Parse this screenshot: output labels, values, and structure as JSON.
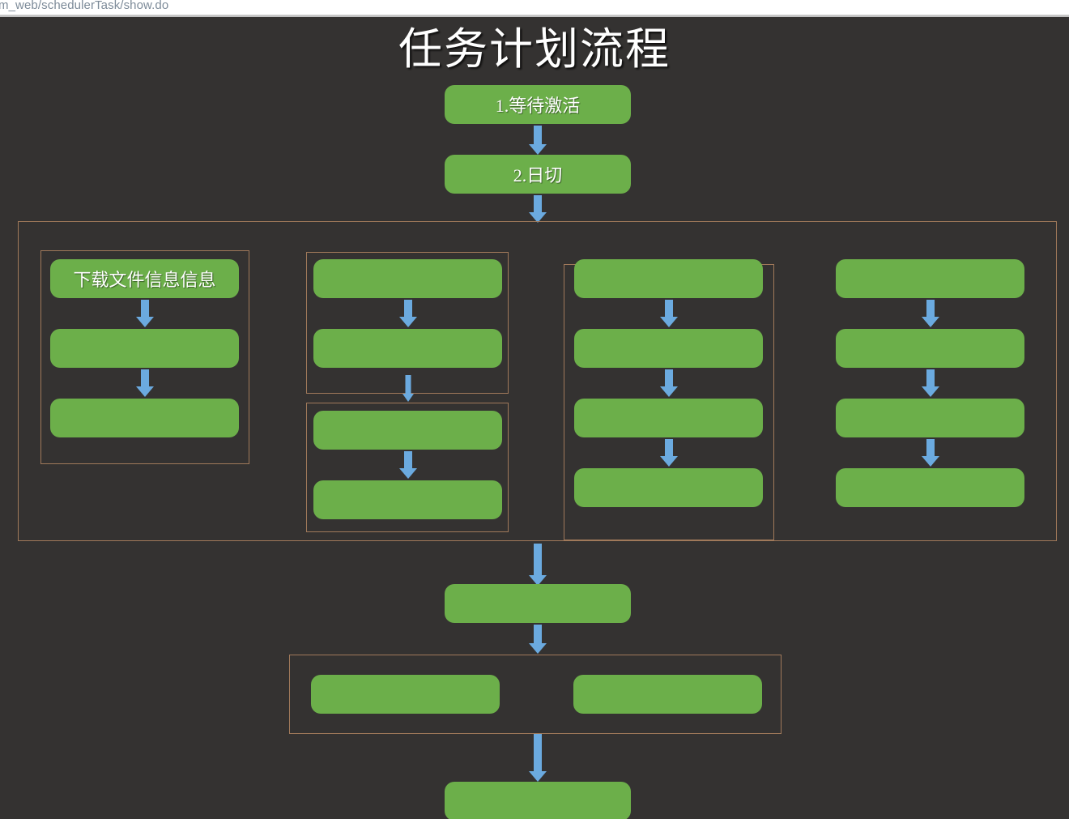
{
  "browser": {
    "url": "m_web/schedulerTask/show.do"
  },
  "page": {
    "title": "任务计划流程",
    "background_color": "#343231",
    "node_color": "#6CAF4A",
    "arrow_color": "#6BAADF",
    "group_border_color": "#a0795a",
    "title_color": "#ffffff"
  },
  "flow": {
    "top_nodes": [
      {
        "id": "n1",
        "label": "1.等待激活"
      },
      {
        "id": "n2",
        "label": "2.日切"
      }
    ],
    "columns": [
      {
        "id": "col1",
        "groups": [
          {
            "id": "col1-group1",
            "bordered": true,
            "nodes": [
              {
                "id": "c1n1",
                "label": "下载文件信息信息"
              },
              {
                "id": "c1n2",
                "label": ""
              },
              {
                "id": "c1n3",
                "label": ""
              }
            ]
          }
        ]
      },
      {
        "id": "col2",
        "groups": [
          {
            "id": "col2-group1",
            "bordered": true,
            "nodes": [
              {
                "id": "c2n1",
                "label": ""
              },
              {
                "id": "c2n2",
                "label": ""
              }
            ]
          },
          {
            "id": "col2-group2",
            "bordered": true,
            "nodes": [
              {
                "id": "c2n3",
                "label": ""
              },
              {
                "id": "c2n4",
                "label": ""
              }
            ]
          }
        ]
      },
      {
        "id": "col3",
        "groups": [
          {
            "id": "col3-group1",
            "bordered": true,
            "nodes": [
              {
                "id": "c3n1",
                "label": ""
              },
              {
                "id": "c3n2",
                "label": ""
              },
              {
                "id": "c3n3",
                "label": ""
              },
              {
                "id": "c3n4",
                "label": ""
              }
            ]
          }
        ]
      },
      {
        "id": "col4",
        "groups": [
          {
            "id": "col4-group1",
            "bordered": false,
            "nodes": [
              {
                "id": "c4n1",
                "label": ""
              },
              {
                "id": "c4n2",
                "label": ""
              },
              {
                "id": "c4n3",
                "label": ""
              },
              {
                "id": "c4n4",
                "label": ""
              }
            ]
          }
        ]
      }
    ],
    "bottom_nodes": [
      {
        "id": "b1",
        "label": ""
      }
    ],
    "bottom_group": {
      "id": "bottom-group",
      "bordered": true,
      "nodes": [
        {
          "id": "bg1",
          "label": ""
        },
        {
          "id": "bg2",
          "label": ""
        }
      ]
    },
    "final_node": {
      "id": "final",
      "label": ""
    }
  }
}
